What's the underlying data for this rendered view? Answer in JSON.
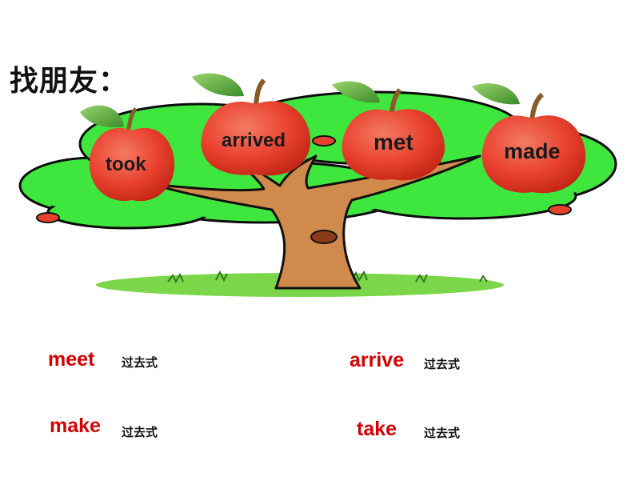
{
  "title": "找朋友：",
  "apples": [
    {
      "word": "took"
    },
    {
      "word": "arrived"
    },
    {
      "word": "met"
    },
    {
      "word": "made"
    }
  ],
  "exercises": [
    {
      "verb": "meet",
      "arrow_label": "过去式"
    },
    {
      "verb": "arrive",
      "arrow_label": "过去式"
    },
    {
      "verb": "make",
      "arrow_label": "过去式"
    },
    {
      "verb": "take",
      "arrow_label": "过去式"
    }
  ],
  "colors": {
    "apple": "#e8412e",
    "leaf": "#5aac3c",
    "canopy": "#3ee63e",
    "trunk": "#cf8a4c",
    "grass": "#7cd64a",
    "arrow": "#3f78c8",
    "verb_text": "#d60000"
  }
}
